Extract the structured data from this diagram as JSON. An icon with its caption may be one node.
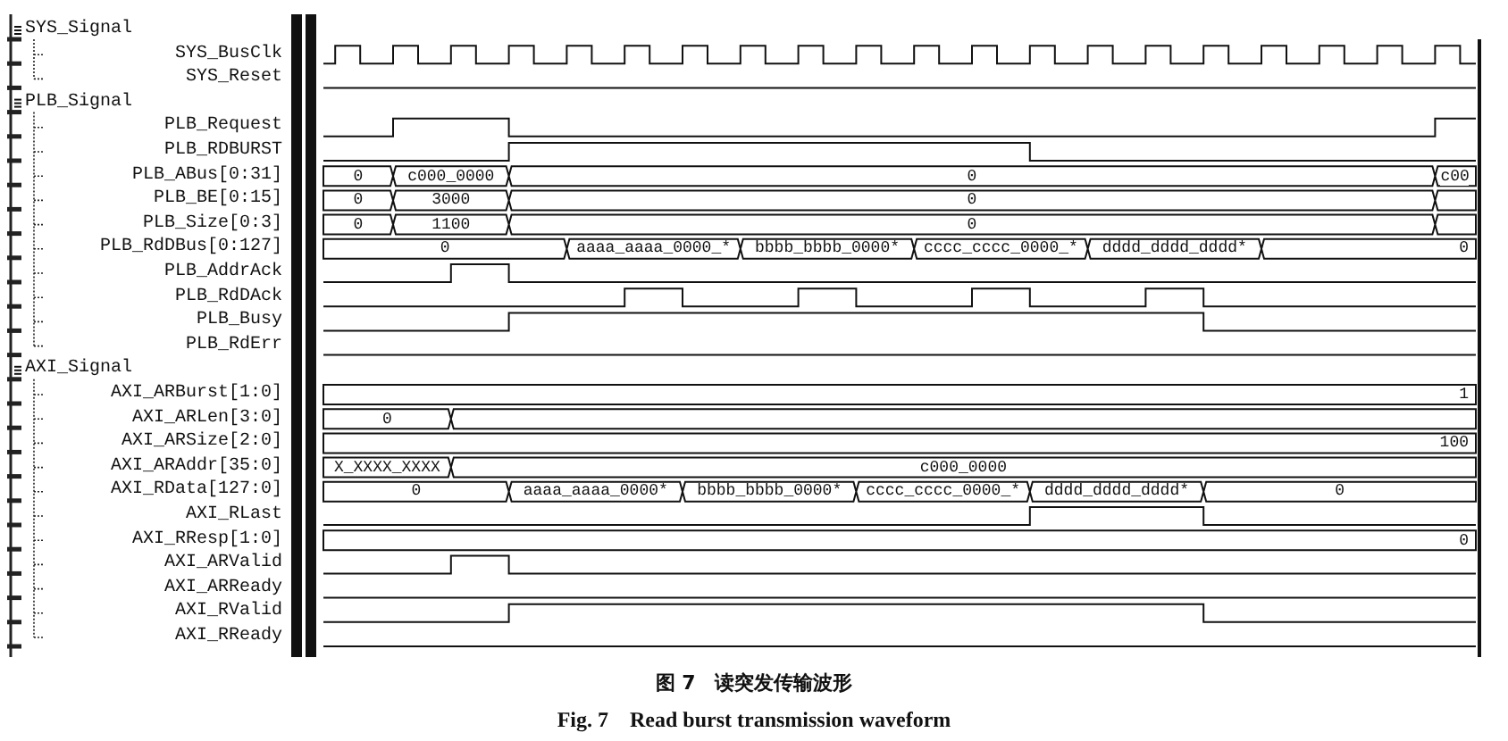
{
  "diagram": {
    "caption": "图 7　读突发传输波形",
    "labels": [
      "SYS_Signal",
      "SYS_BusClk",
      "SYS_Reset",
      "PLB_Signal",
      "PLB_Request",
      "PLB_RDBURST",
      "PLB_ABus[0:31]",
      "0",
      "c000_0000",
      "0",
      "c00",
      "PLB_BE[0:15]",
      "0",
      "3000",
      "0",
      "PLB_Size[0:3]",
      "0",
      "1100",
      "0",
      "PLB_RdDBus[0:127]",
      "0",
      "aaaa_aaaa_0000_*",
      "bbbb_bbbb_0000*",
      "cccc_cccc_0000_*",
      "dddd_dddd_dddd*",
      "0",
      "PLB_AddrAck",
      "PLB_RdDAck",
      "PLB_Busy",
      "PLB_RdErr",
      "AXI_Signal",
      "AXI_ARBurst[1:0]",
      "1",
      "AXI_ARLen[3:0]",
      "0",
      "AXI_ARSize[2:0]",
      "100",
      "AXI_ARAddr[35:0]",
      "X_XXXX_XXXX",
      "c000_0000",
      "AXI_RData[127:0]",
      "0",
      "aaaa_aaaa_0000*",
      "bbbb_bbbb_0000*",
      "cccc_cccc_0000_*",
      "dddd_dddd_dddd*",
      "0",
      "AXI_RLast",
      "AXI_RResp[1:0]",
      "0",
      "AXI_ARValid",
      "AXI_ARReady",
      "AXI_RValid",
      "AXI_RReady",
      "Fig. 7　Read burst transmission waveform"
    ]
  }
}
